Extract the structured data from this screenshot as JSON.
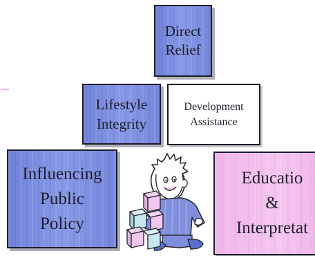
{
  "boxes": {
    "direct_relief": "Direct\nRelief",
    "lifestyle_integrity": "Lifestyle\nIntegrity",
    "development_assistance": "Development\nAssistance",
    "influencing_public_policy": "Influencing\nPublic\nPolicy",
    "education_interpretation": "Educatio\n&\nInterpretat"
  },
  "colors": {
    "blue_box": "#7f91e0",
    "pink_box": "#f3bfee",
    "white_box": "#ffffff",
    "border": "#1c1c2c"
  },
  "icons": {
    "illustration": "child-playing-with-blocks"
  }
}
